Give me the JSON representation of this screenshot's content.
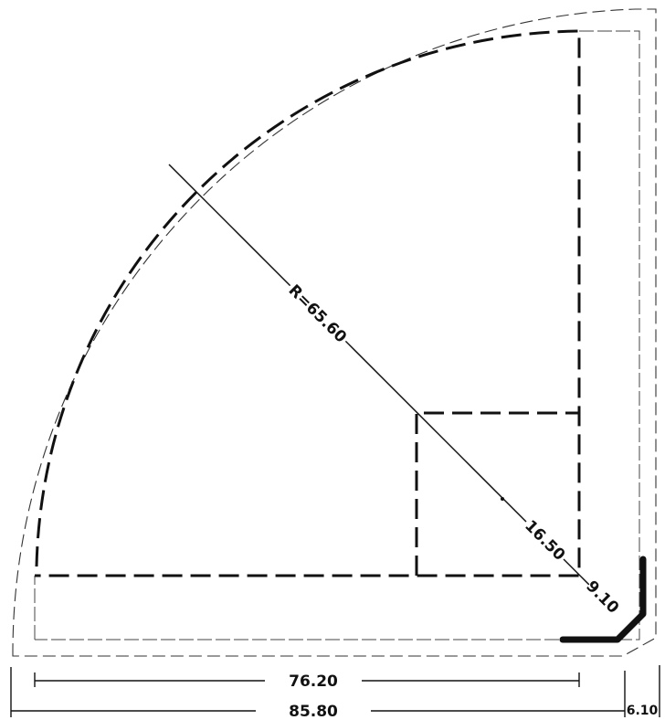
{
  "dimensions": {
    "radius_label": "R=65.60",
    "offset_a_label": "16.50",
    "offset_b_label": "9.10",
    "inner_width_label": "76.20",
    "outer_width_label": "85.80",
    "gap_label": "6.10"
  }
}
